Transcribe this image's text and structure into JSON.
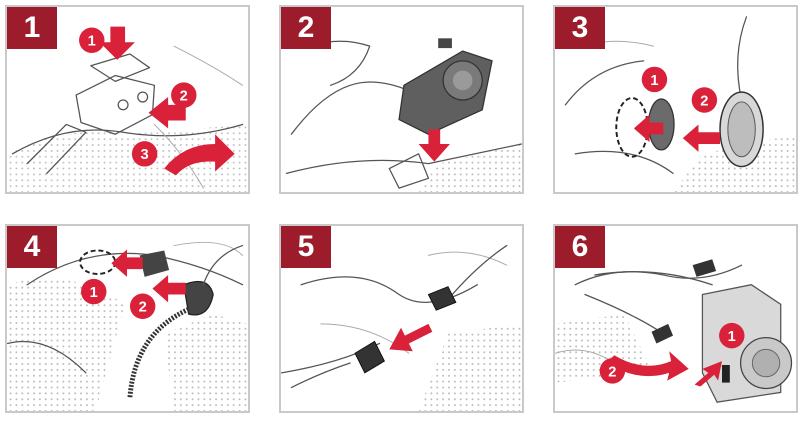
{
  "colors": {
    "accent": "#9d1c2c",
    "arrow": "#d9213a",
    "border": "#c9c9c9"
  },
  "panels": [
    {
      "step": "1",
      "callouts": [
        "1",
        "2",
        "3"
      ]
    },
    {
      "step": "2",
      "callouts": []
    },
    {
      "step": "3",
      "callouts": [
        "1",
        "2"
      ]
    },
    {
      "step": "4",
      "callouts": [
        "1",
        "2"
      ]
    },
    {
      "step": "5",
      "callouts": []
    },
    {
      "step": "6",
      "callouts": [
        "1",
        "2"
      ]
    }
  ]
}
